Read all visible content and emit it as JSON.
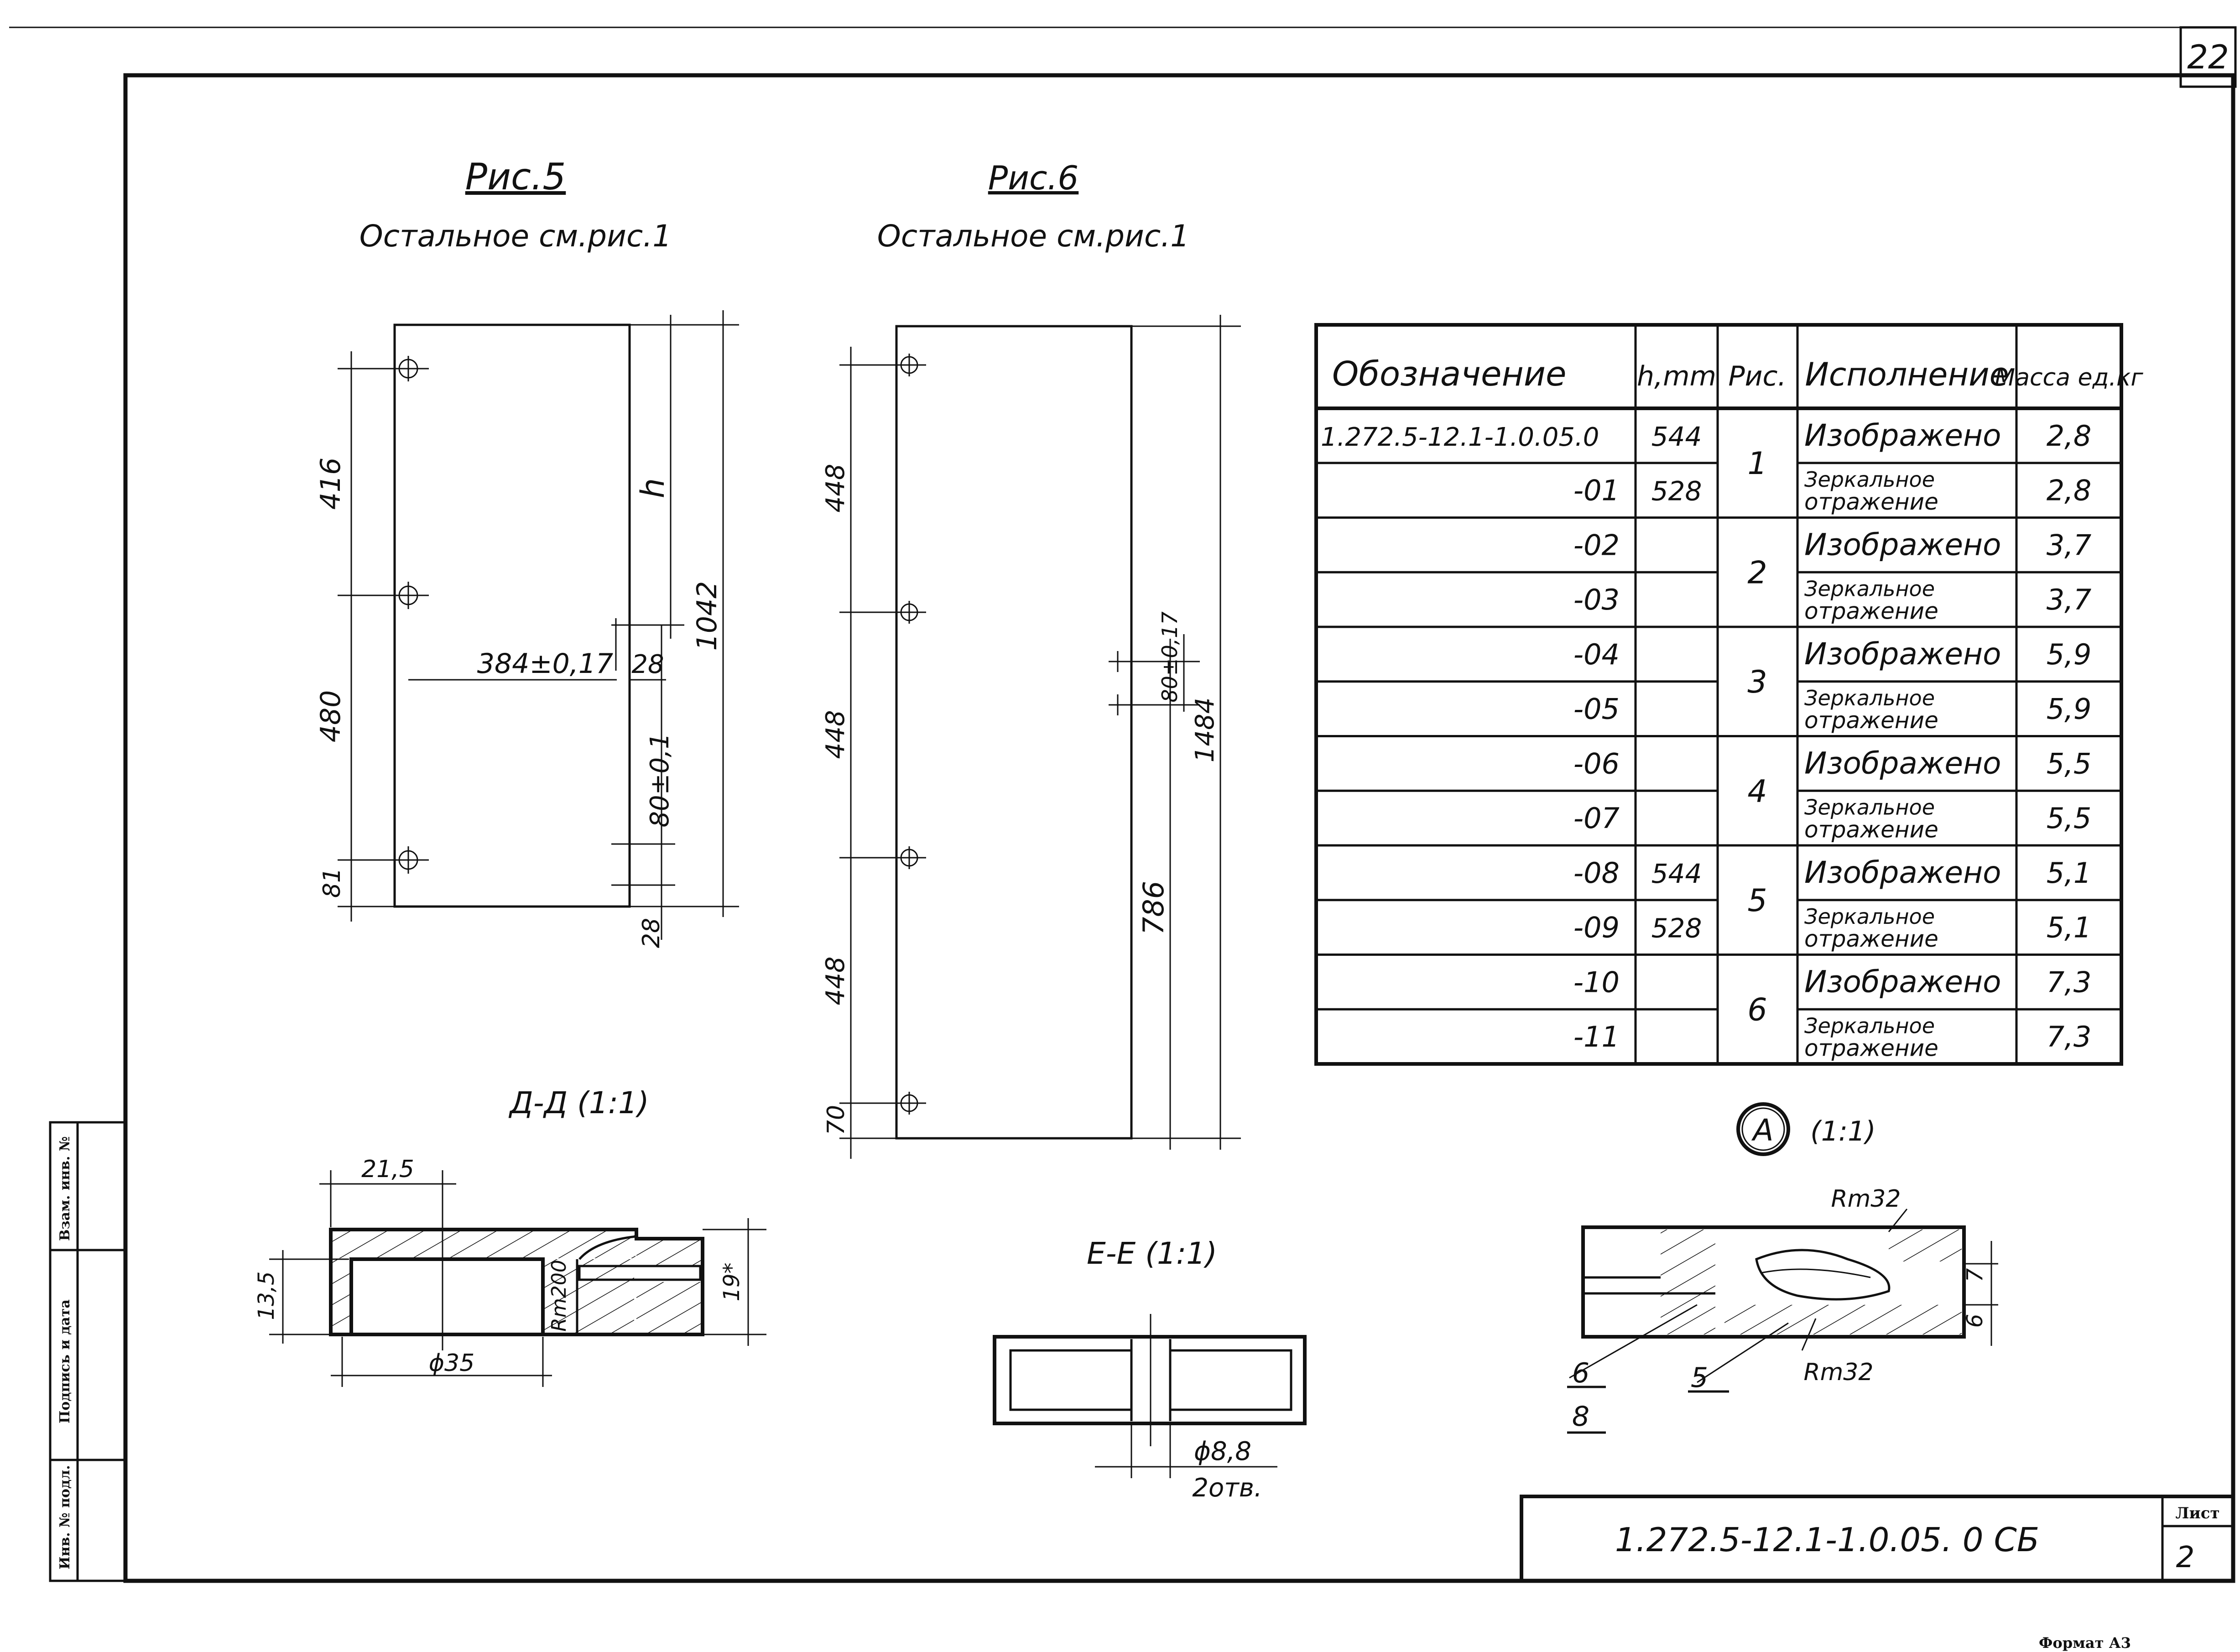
{
  "sheet_number_top": "22",
  "fig5": {
    "title": "Рис.5",
    "note": "Остальное см.рис.1",
    "dims": {
      "d416": "416",
      "d480": "480",
      "d81": "81",
      "h": "h",
      "d1042": "1042",
      "d384": "384±0,17",
      "d28a": "28",
      "d80": "80±0,1",
      "d28b": "28"
    }
  },
  "fig6": {
    "title": "Рис.6",
    "note": "Остальное см.рис.1",
    "dims": {
      "d448a": "448",
      "d448b": "448",
      "d448c": "448",
      "d70": "70",
      "d80": "80±0,17",
      "d1484": "1484",
      "d786": "786"
    }
  },
  "section_dd": {
    "title": "Д-Д (1:1)",
    "dims": {
      "d215": "21,5",
      "d135": "13,5",
      "r200": "Rm200",
      "d35": "ϕ35",
      "d19": "19*"
    }
  },
  "section_ee": {
    "title": "Е-Е (1:1)",
    "dims": {
      "d88": "ϕ8,8",
      "holes": "2отв."
    }
  },
  "detail_a": {
    "letter": "А",
    "scale": "(1:1)",
    "labels": {
      "rm32a": "Rm32",
      "rm32b": "Rm32",
      "d7": "7",
      "d6": "6",
      "pos6": "6",
      "pos8": "8",
      "pos5": "5"
    }
  },
  "table": {
    "headers": {
      "designation": "Обозначение",
      "h": "h,mm",
      "fig": "Рис.",
      "variant": "Исполнение",
      "mass": "Масса ед.кг"
    },
    "rows": [
      {
        "designation": "1.272.5-12.1-1.0.05.0",
        "h": "544",
        "variant": "Изображено",
        "mass": "2,8"
      },
      {
        "designation": "-01",
        "h": "528",
        "variant": "Зеркальное отражение",
        "mass": "2,8"
      },
      {
        "designation": "-02",
        "h": "",
        "variant": "Изображено",
        "mass": "3,7"
      },
      {
        "designation": "-03",
        "h": "",
        "variant": "Зеркальное отражение",
        "mass": "3,7"
      },
      {
        "designation": "-04",
        "h": "",
        "variant": "Изображено",
        "mass": "5,9"
      },
      {
        "designation": "-05",
        "h": "",
        "variant": "Зеркальное отражение",
        "mass": "5,9"
      },
      {
        "designation": "-06",
        "h": "",
        "variant": "Изображено",
        "mass": "5,5"
      },
      {
        "designation": "-07",
        "h": "",
        "variant": "Зеркальное отражение",
        "mass": "5,5"
      },
      {
        "designation": "-08",
        "h": "544",
        "variant": "Изображено",
        "mass": "5,1"
      },
      {
        "designation": "-09",
        "h": "528",
        "variant": "Зеркальное отражение",
        "mass": "5,1"
      },
      {
        "designation": "-10",
        "h": "",
        "variant": "Изображено",
        "mass": "7,3"
      },
      {
        "designation": "-11",
        "h": "",
        "variant": "Зеркальное отражение",
        "mass": "7,3"
      }
    ],
    "figs": [
      "1",
      "2",
      "3",
      "4",
      "5",
      "6"
    ]
  },
  "side_stamp": {
    "inv_replace": "Взам. инв. №",
    "sign_date": "Подпись и дата",
    "inv_orig": "Инв. № подл."
  },
  "title_block": {
    "code": "1.272.5-12.1-1.0.05. 0 СБ",
    "sheet_label": "Лист",
    "sheet_number": "2"
  },
  "format_label": "Формат А3"
}
